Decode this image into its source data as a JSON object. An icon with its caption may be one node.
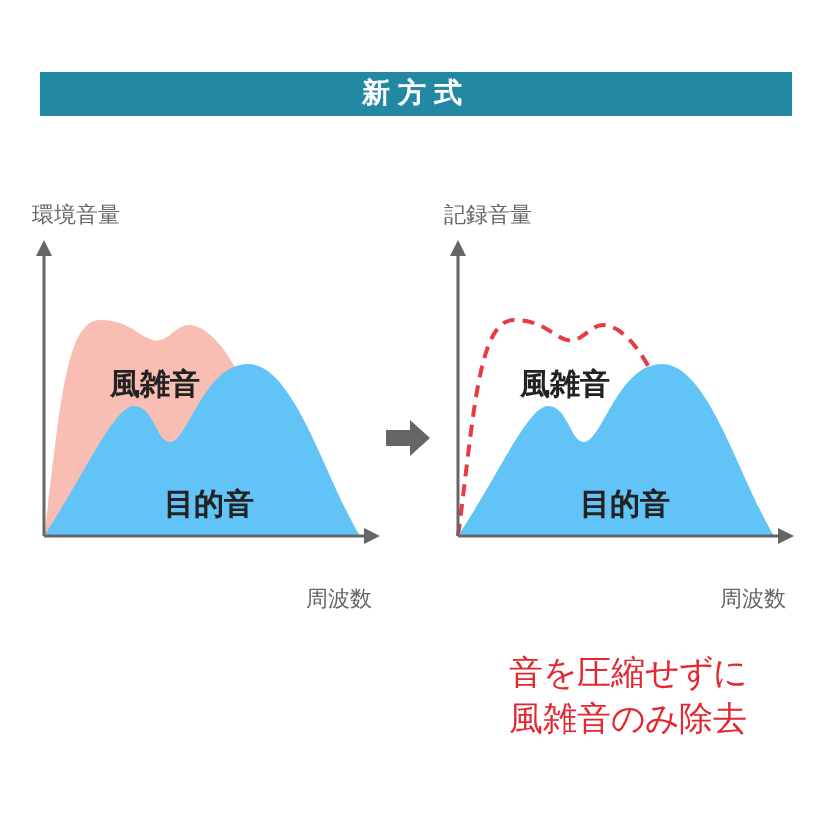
{
  "diagram": {
    "nodes": [
      {
        "text": [
          "新方式"
        ]
      },
      {
        "text": [
          "環境音量",
          "風雑音",
          "目的音",
          "周波数"
        ]
      },
      {
        "text": [
          "記録音量",
          "風雑音",
          "目的音",
          "周波数"
        ]
      }
    ],
    "edges": [
      {
        "from": 1,
        "to": 2,
        "arrow": "to"
      }
    ],
    "labels": [
      "音を圧縮せずに風雑音のみ除去"
    ]
  }
}
